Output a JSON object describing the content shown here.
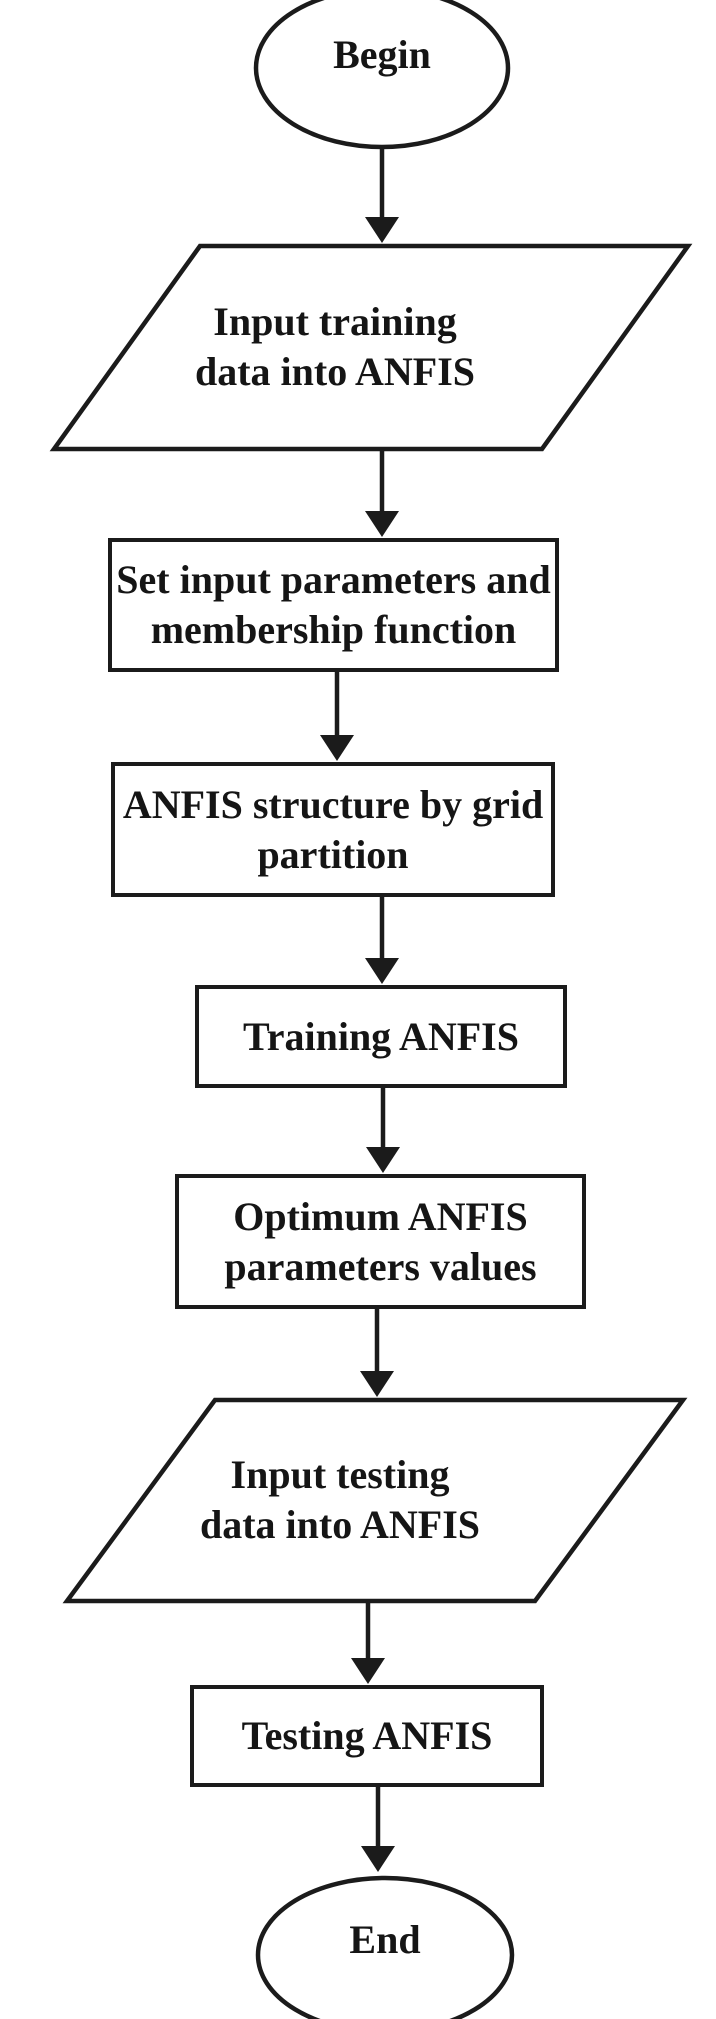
{
  "colors": {
    "background": "#ffffff",
    "stroke": "#1b1b1b",
    "text": "#151515"
  },
  "flowchart": {
    "nodes": {
      "begin": {
        "shape": "terminator",
        "label": "Begin"
      },
      "input_training": {
        "shape": "parallelogram",
        "label": "Input training\ndata into ANFIS"
      },
      "set_parameters": {
        "shape": "process",
        "label": "Set input parameters and\nmembership function"
      },
      "anfis_structure": {
        "shape": "process",
        "label": "ANFIS structure by grid\npartition"
      },
      "training": {
        "shape": "process",
        "label": "Training ANFIS"
      },
      "optimum": {
        "shape": "process",
        "label": "Optimum ANFIS\nparameters values"
      },
      "input_testing": {
        "shape": "parallelogram",
        "label": "Input testing\ndata into ANFIS"
      },
      "testing": {
        "shape": "process",
        "label": "Testing ANFIS"
      },
      "end": {
        "shape": "terminator",
        "label": "End"
      }
    },
    "edges": [
      {
        "from": "begin",
        "to": "input_training"
      },
      {
        "from": "input_training",
        "to": "set_parameters"
      },
      {
        "from": "set_parameters",
        "to": "anfis_structure"
      },
      {
        "from": "anfis_structure",
        "to": "training"
      },
      {
        "from": "training",
        "to": "optimum"
      },
      {
        "from": "optimum",
        "to": "input_testing"
      },
      {
        "from": "input_testing",
        "to": "testing"
      },
      {
        "from": "testing",
        "to": "end"
      }
    ]
  }
}
